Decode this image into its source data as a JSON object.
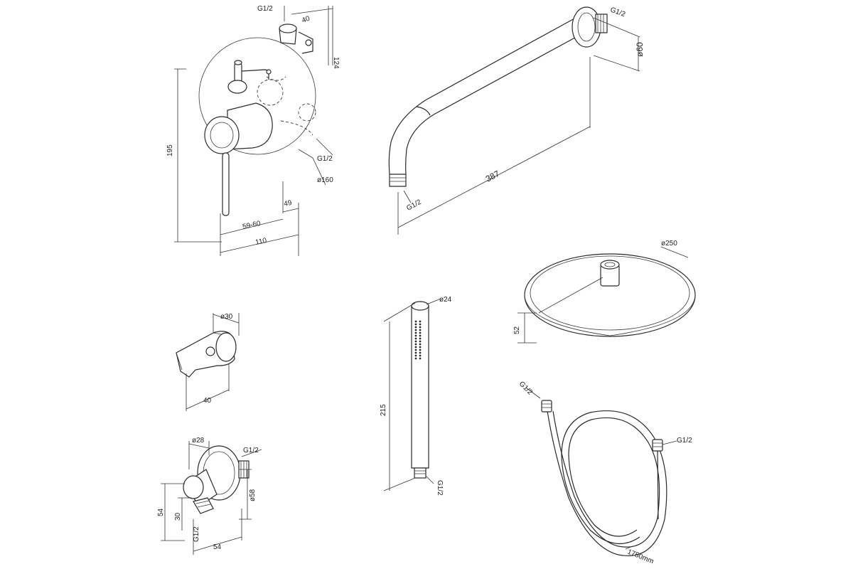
{
  "labels": {
    "mixer": {
      "thread_top": "G1/2",
      "w40": "40",
      "h124": "124",
      "h195": "195",
      "thread_side": "G1/2",
      "d160": "ø160",
      "d49": "49",
      "d5960": "59-60",
      "d110": "110"
    },
    "arm": {
      "thread_wall": "G1/2",
      "d60": "ø60",
      "len": "387",
      "thread_end": "G1/2"
    },
    "head": {
      "d250": "ø250",
      "h52": "52"
    },
    "holder": {
      "d30": "ø30",
      "w40": "40"
    },
    "outlet": {
      "d28": "ø28",
      "thread_right": "G1/2",
      "d58": "ø58",
      "h54": "54",
      "h30": "30",
      "thread_bottom": "G1/2",
      "w54": "54"
    },
    "handshower": {
      "d24": "ø24",
      "h215": "215",
      "thread": "G1/2"
    },
    "hose": {
      "thread_left": "G1/2",
      "thread_right": "G1/2",
      "length": "1750mm"
    }
  }
}
